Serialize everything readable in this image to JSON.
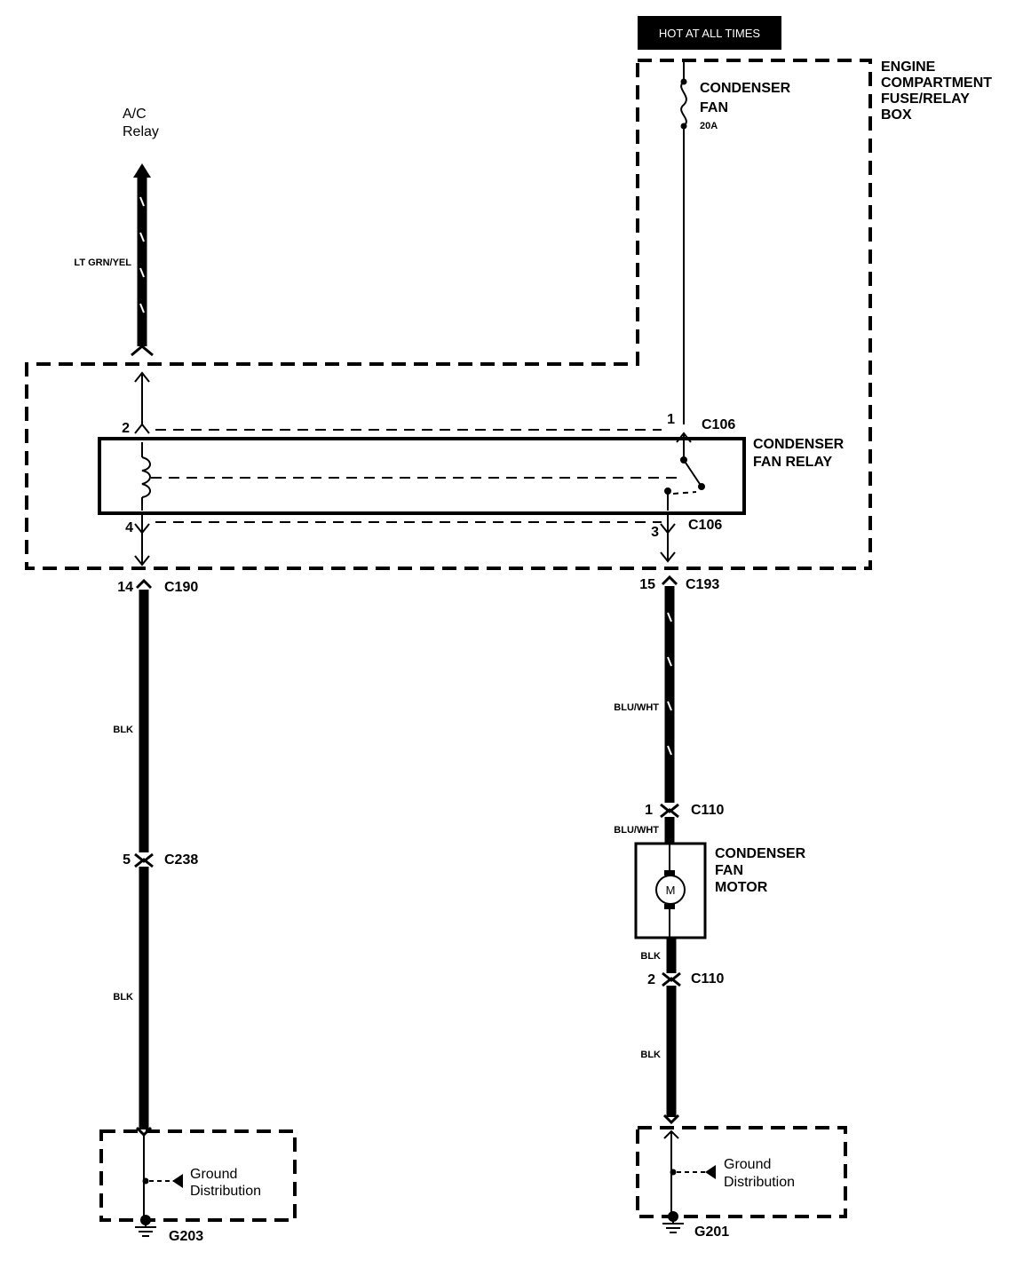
{
  "power_label": "HOT AT ALL TIMES",
  "fuse_box": {
    "title_lines": [
      "ENGINE",
      "COMPARTMENT",
      "FUSE/RELAY",
      "BOX"
    ],
    "fuse_name_lines": [
      "CONDENSER",
      "FAN"
    ],
    "fuse_rating": "20A"
  },
  "ac_relay": {
    "lines": [
      "A/C",
      "Relay"
    ],
    "wire_color": "LT GRN/YEL"
  },
  "relay": {
    "name_lines": [
      "CONDENSER",
      "FAN RELAY"
    ],
    "connector": "C106",
    "pins": {
      "p1": "1",
      "p2": "2",
      "p3": "3",
      "p4": "4"
    }
  },
  "left_circuit": {
    "top_pin": "14",
    "top_connector": "C190",
    "wire1": "BLK",
    "mid_pin": "5",
    "mid_connector": "C238",
    "wire2": "BLK",
    "ground_label_lines": [
      "Ground",
      "Distribution"
    ],
    "ground_id": "G203"
  },
  "right_circuit": {
    "top_pin": "15",
    "top_connector": "C193",
    "wire1": "BLU/WHT",
    "motor_pin1": "1",
    "motor_connector": "C110",
    "wire_motor_in": "BLU/WHT",
    "motor_name_lines": [
      "CONDENSER",
      "FAN",
      "MOTOR"
    ],
    "motor_symbol": "M",
    "wire_motor_out": "BLK",
    "motor_pin2": "2",
    "wire2": "BLK",
    "ground_label_lines": [
      "Ground",
      "Distribution"
    ],
    "ground_id": "G201"
  }
}
